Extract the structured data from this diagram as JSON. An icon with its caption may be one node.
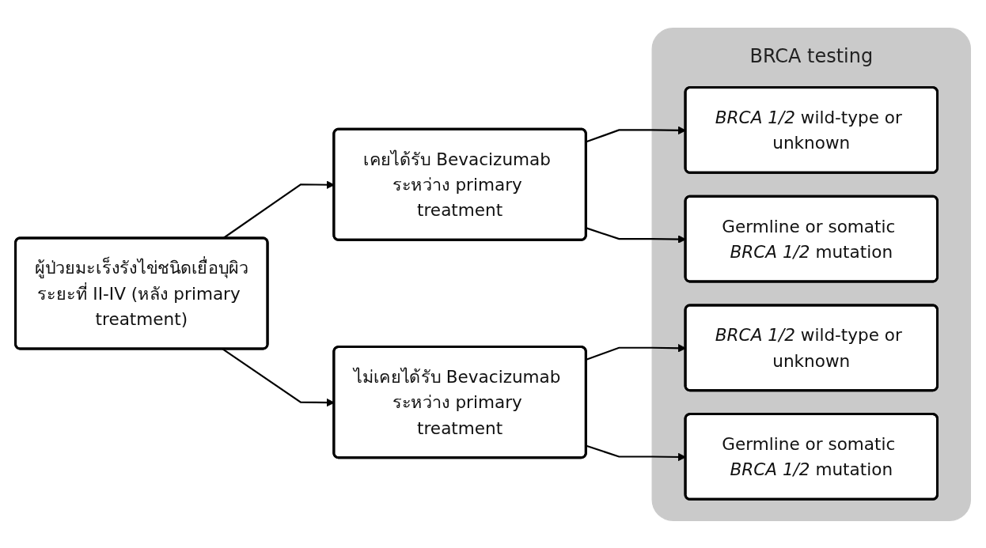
{
  "diagram": {
    "nodes": [
      {
        "text": [
          "ผู้ป่วยมะเร็งรังไข่ชนิดเยื่อบุผิวระยะที่ II-IV (หลัง primary treatment)"
        ]
      },
      {
        "text": [
          "เคยได้รับ Bevacizumab ระหว่าง primary treatment"
        ]
      },
      {
        "text": [
          "ไม่เคยได้รับ Bevacizumab ระหว่าง primary treatment"
        ]
      },
      {
        "text": [
          "BRCA testing"
        ]
      },
      {
        "text": [
          "*BRCA 1/2* wild-type or unknown"
        ],
        "in": 3
      },
      {
        "text": [
          "Germline or somatic *BRCA 1/2* mutation"
        ],
        "in": 3
      },
      {
        "text": [
          "*BRCA 1/2* wild-type or unknown"
        ],
        "in": 3
      },
      {
        "text": [
          "Germline or somatic *BRCA 1/2* mutation"
        ],
        "in": 3
      }
    ],
    "edges": [
      {
        "from": 0,
        "to": 1,
        "arrow": "to"
      },
      {
        "from": 0,
        "to": 2,
        "arrow": "to"
      },
      {
        "from": 1,
        "to": 4,
        "arrow": "to"
      },
      {
        "from": 1,
        "to": 5,
        "arrow": "to"
      },
      {
        "from": 2,
        "to": 6,
        "arrow": "to"
      },
      {
        "from": 2,
        "to": 7,
        "arrow": "to"
      }
    ]
  }
}
